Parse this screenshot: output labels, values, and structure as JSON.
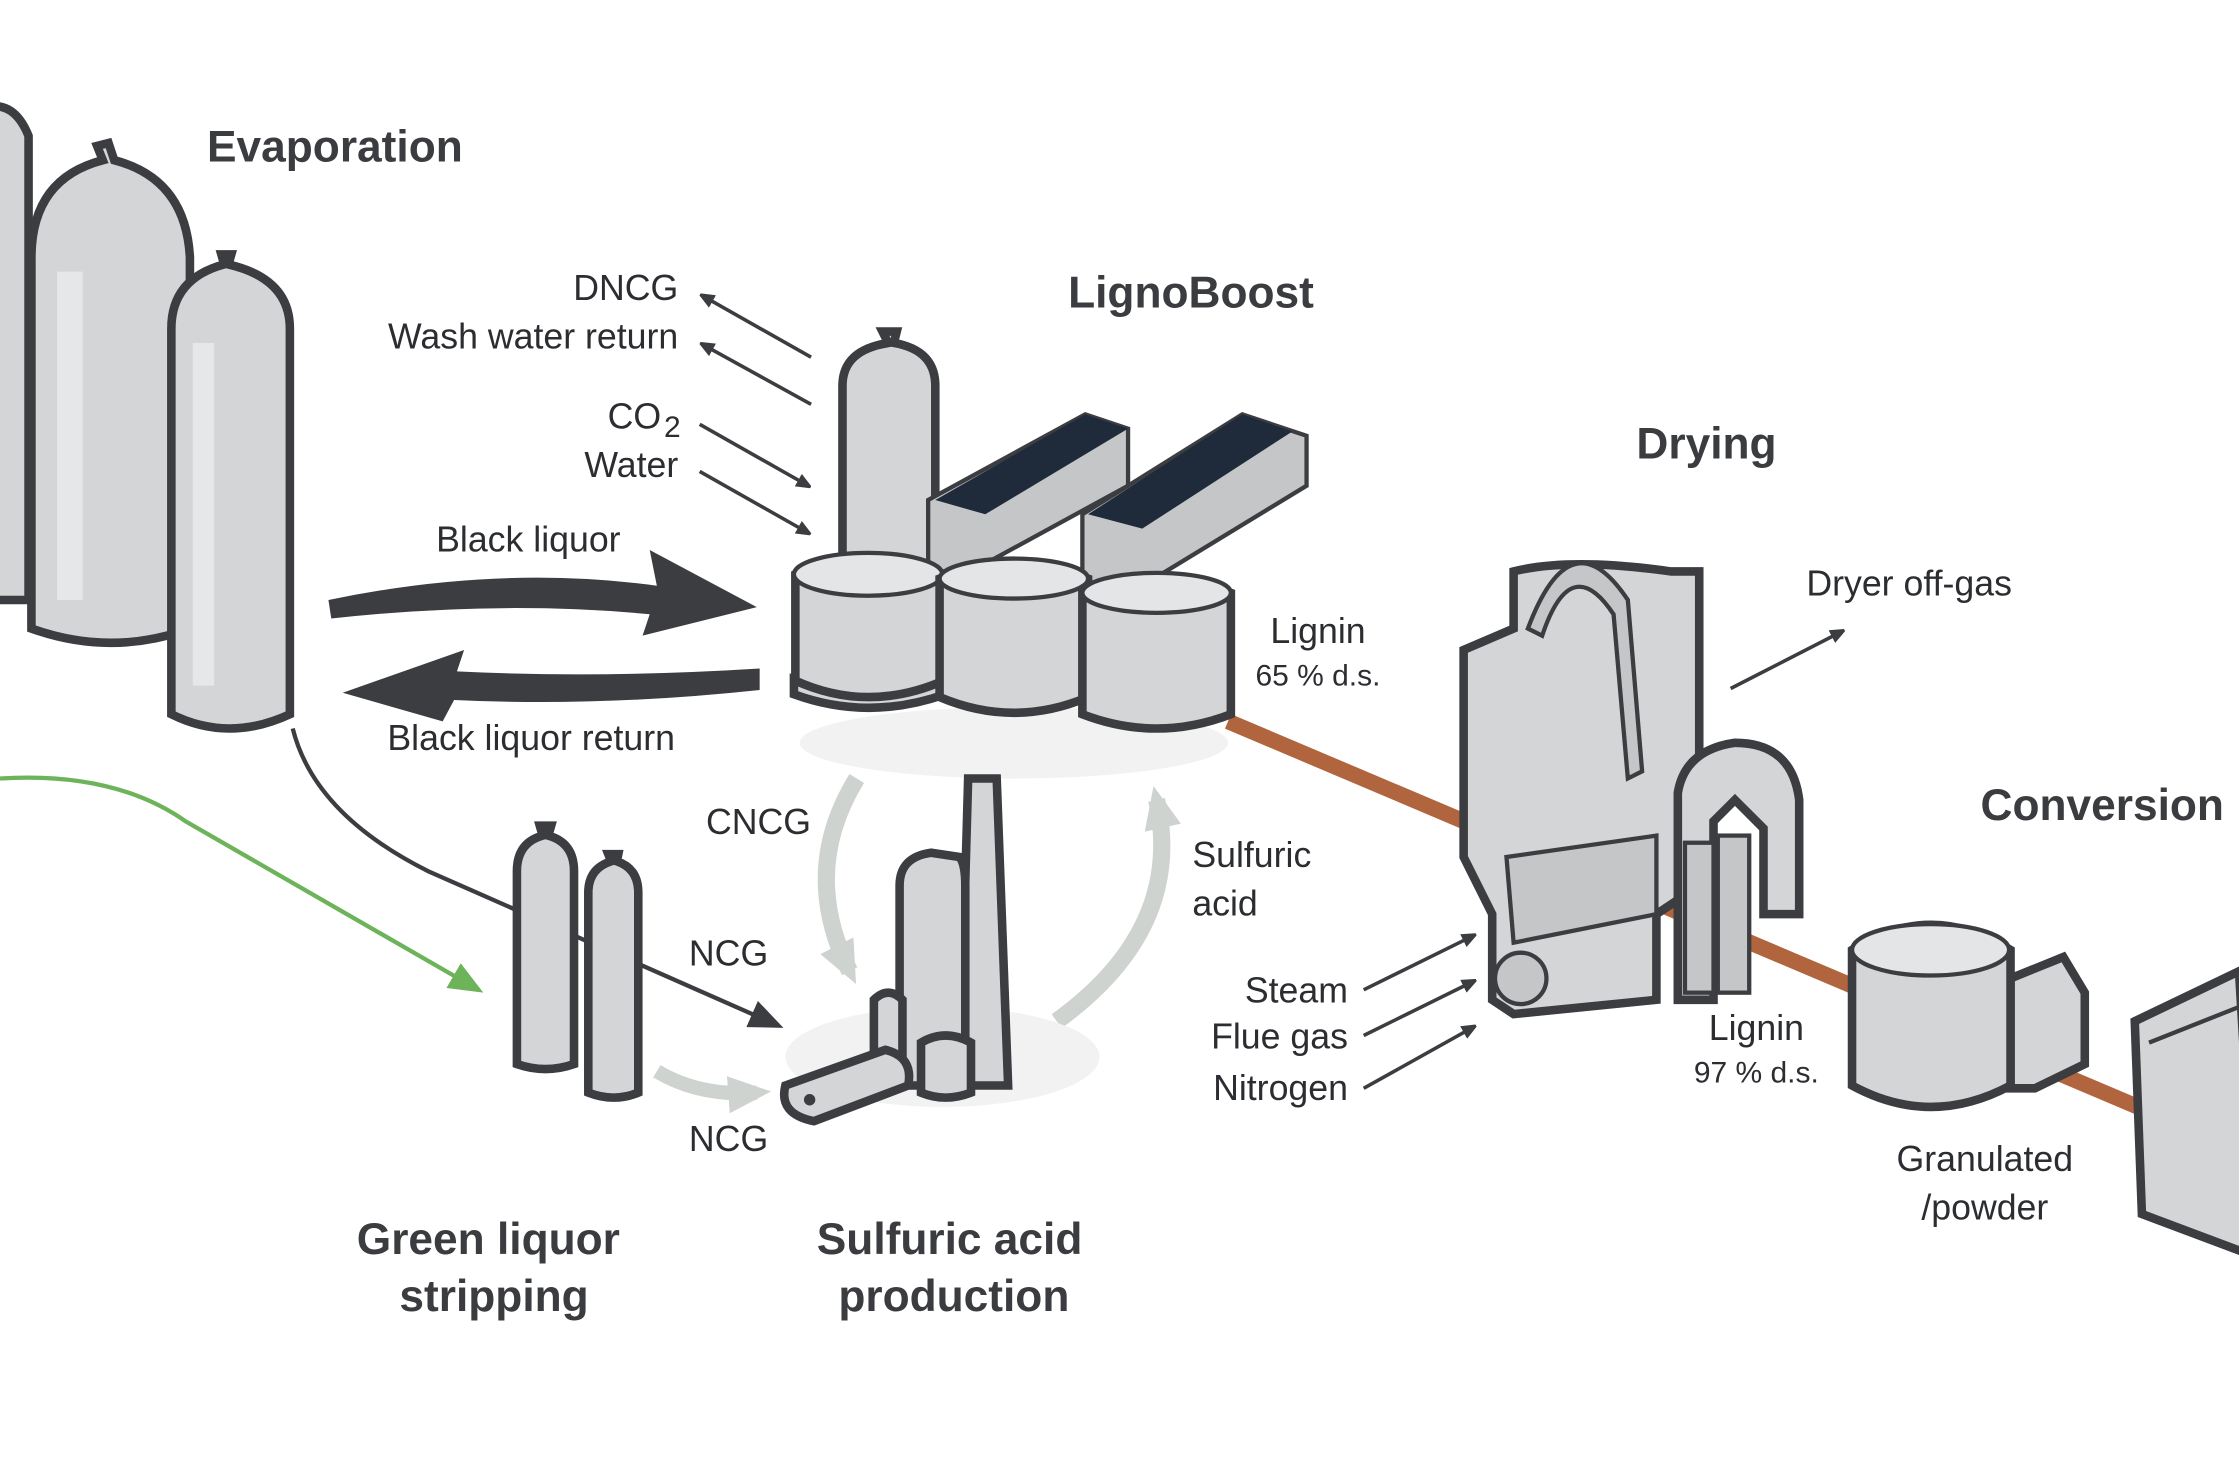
{
  "stages": {
    "evaporation": "Evaporation",
    "lignoboost": "LignoBoost",
    "drying": "Drying",
    "conversion": "Conversion",
    "green_liquor_1": "Green liquor",
    "green_liquor_2": "stripping",
    "sulfuric_prod_1": "Sulfuric acid",
    "sulfuric_prod_2": "production"
  },
  "flows": {
    "dncg": "DNCG",
    "wash_water_return": "Wash water return",
    "co2": "CO",
    "co2_sub": "2",
    "water": "Water",
    "black_liquor": "Black liquor",
    "black_liquor_return": "Black liquor return",
    "lignin_1": "Lignin",
    "lignin_1_ds": "65 % d.s.",
    "cncg": "CNCG",
    "ncg_1": "NCG",
    "ncg_2": "NCG",
    "sulfuric_acid_1": "Sulfuric",
    "sulfuric_acid_2": "acid",
    "steam": "Steam",
    "flue_gas": "Flue gas",
    "nitrogen": "Nitrogen",
    "dryer_off_gas": "Dryer off-gas",
    "lignin_2": "Lignin",
    "lignin_2_ds": "97 % d.s.",
    "granulated_1": "Granulated",
    "granulated_2": "/powder"
  },
  "colors": {
    "equipment": "#d4d5d7",
    "outline": "#3b3d41",
    "lignin_line": "#b0653e",
    "green_line": "#6db35a",
    "recycle_arrow": "#cfd3cf"
  }
}
